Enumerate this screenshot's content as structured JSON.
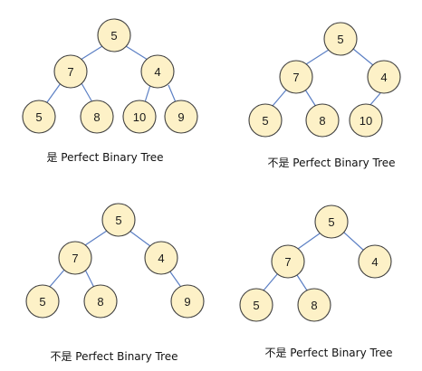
{
  "diagrams": [
    {
      "caption": "是 Perfect Binary Tree",
      "nodes": [
        "5",
        "7",
        "4",
        "5",
        "8",
        "10",
        "9"
      ]
    },
    {
      "caption": "不是 Perfect Binary Tree",
      "nodes": [
        "5",
        "7",
        "4",
        "5",
        "8",
        "10"
      ]
    },
    {
      "caption": "不是 Perfect Binary Tree",
      "nodes": [
        "5",
        "7",
        "4",
        "5",
        "8",
        "9"
      ]
    },
    {
      "caption": "不是 Perfect Binary Tree",
      "nodes": [
        "5",
        "7",
        "4",
        "5",
        "8"
      ]
    }
  ],
  "colors": {
    "node_fill": "#fdf1c7",
    "node_stroke": "#3f3f3f",
    "edge": "#5b7fc4"
  }
}
